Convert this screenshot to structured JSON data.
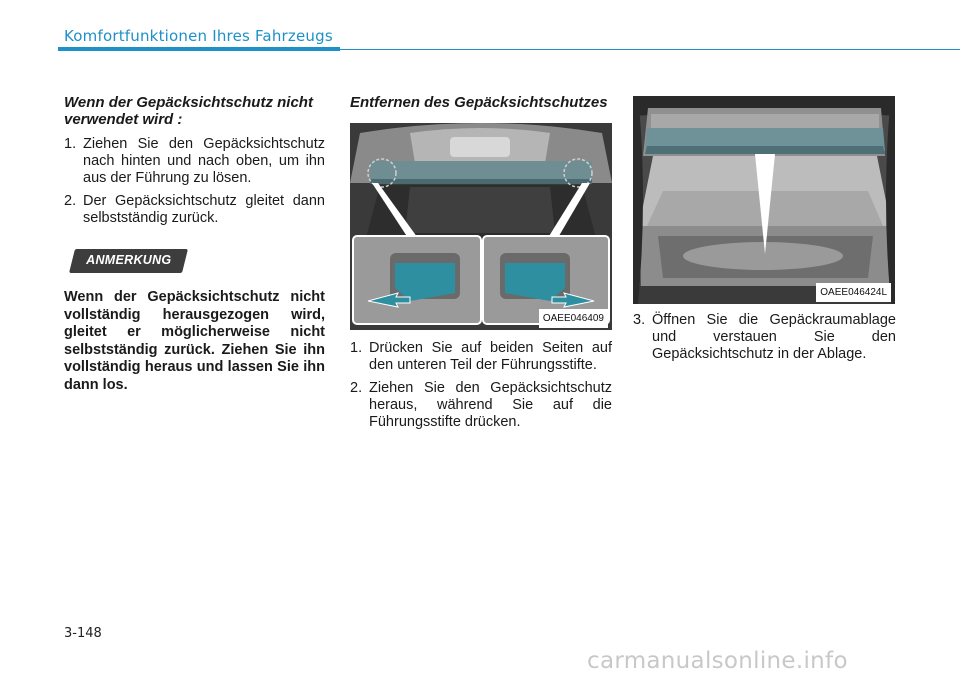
{
  "header": {
    "title": "Komfortfunktionen Ihres Fahrzeugs"
  },
  "col1": {
    "heading": "Wenn der Gepäcksichtschutz nicht verwendet wird :",
    "steps": [
      {
        "num": "1.",
        "text": "Ziehen Sie den Gepäcksichtschutz nach hinten und nach oben, um ihn aus der Führung zu lösen."
      },
      {
        "num": "2.",
        "text": "Der Gepäcksichtschutz gleitet dann selbstständig zurück."
      }
    ],
    "note_label": "ANMERKUNG",
    "note_text": "Wenn der Gepäcksichtschutz nicht vollständig herausgezogen wird, gleitet er möglicherweise nicht selbstständig zurück. Ziehen Sie ihn vollständig heraus und lassen Sie ihn dann los."
  },
  "col2": {
    "heading": "Entfernen des Gepäcksichtschutzes",
    "image_code": "OAEE046409",
    "steps": [
      {
        "num": "1.",
        "text": "Drücken Sie auf beiden Seiten auf den unteren Teil der Führungsstifte."
      },
      {
        "num": "2.",
        "text": "Ziehen Sie den Gepäcksichtschutz heraus, während Sie auf die Führungsstifte drücken."
      }
    ]
  },
  "col3": {
    "image_code": "OAEE046424L",
    "steps": [
      {
        "num": "3.",
        "text": "Öffnen Sie die Gepäckraumablage und verstauen Sie den Gepäcksichtschutz in der Ablage."
      }
    ]
  },
  "footer": {
    "page_number": "3-148",
    "watermark": "carmanualsonline.info"
  },
  "colors": {
    "accent": "#1e90c8",
    "highlight": "#2e8fa0"
  }
}
